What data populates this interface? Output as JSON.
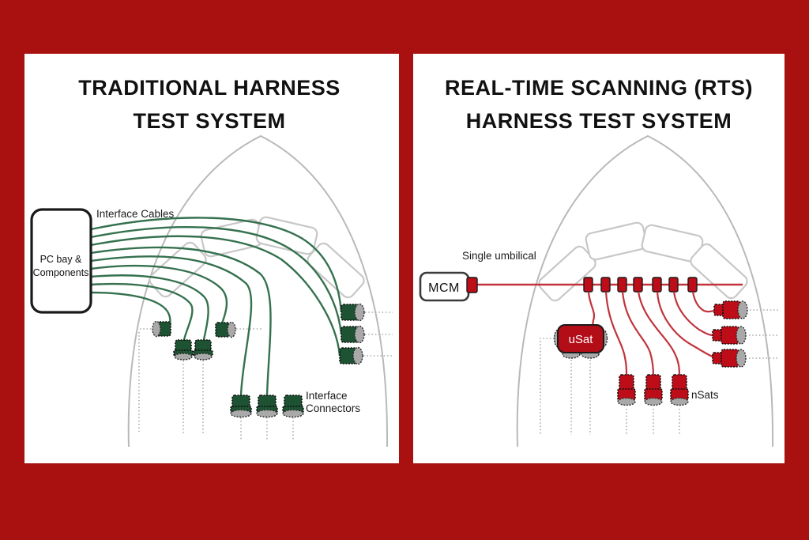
{
  "left_panel": {
    "title_line1": "TRADITIONAL HARNESS",
    "title_line2": "TEST SYSTEM",
    "pc_bay_line1": "PC bay &",
    "pc_bay_line2": "Components",
    "cables_label": "Interface Cables",
    "connectors_label_line1": "Interface",
    "connectors_label_line2": "Connectors"
  },
  "right_panel": {
    "title_line1": "REAL-TIME SCANNING (RTS)",
    "title_line2": "HARNESS TEST SYSTEM",
    "umbilical_label": "Single umbilical",
    "mcm_label": "MCM",
    "usat_label": "uSat",
    "nsats_label": "nSats"
  },
  "colors": {
    "background_red": "#a81110",
    "cable_green": "#35714f",
    "connector_green": "#1d5233",
    "cable_red": "#c0343c",
    "connector_red": "#bd0d18",
    "outline_gray": "#b9b9b9"
  }
}
